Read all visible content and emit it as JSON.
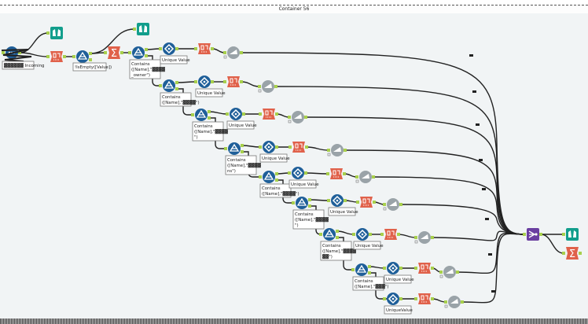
{
  "container": {
    "title": "Container 56"
  },
  "tools": {
    "input_label": "▓▓▓▓▓▓ Incoming",
    "notempty_label": "!IsEmpty([Value])",
    "filters": [
      {
        "line1": "Contains",
        "line2": "([Name],\"▓▓▓▓",
        "line3": "_owner\")"
      },
      {
        "line1": "Contains",
        "line2": "([Name],\"▓▓▓▓\")",
        "line3": ""
      },
      {
        "line1": "Contains",
        "line2": "([Name],\"▓▓▓▓",
        "line3": "\")"
      },
      {
        "line1": "Contains",
        "line2": "([Name],\"▓▓▓▓",
        "line3": "ns\")"
      },
      {
        "line1": "Contains",
        "line2": "([Name],\"▓▓▓▓\")",
        "line3": ""
      },
      {
        "line1": "Contains",
        "line2": "([Name],\"▓▓▓▓",
        "line3": "\")"
      },
      {
        "line1": "Contains",
        "line2": "([Name],\"▓▓▓▓",
        "line3": "▓▓\")"
      },
      {
        "line1": "Contains",
        "line2": "([Name],\"▓▓▓\")",
        "line3": ""
      }
    ],
    "unique_label": "Unique Value",
    "unique_label_last": "UniqueValue"
  },
  "colors": {
    "filter": "#1f5f99",
    "unique": "#1f5f99",
    "crosstab": "#e0614a",
    "output": "#9aa3a8",
    "browse": "#129e8c",
    "summarize": "#e0614a",
    "union": "#6a3fa0",
    "anchor": "#a8d04c"
  }
}
